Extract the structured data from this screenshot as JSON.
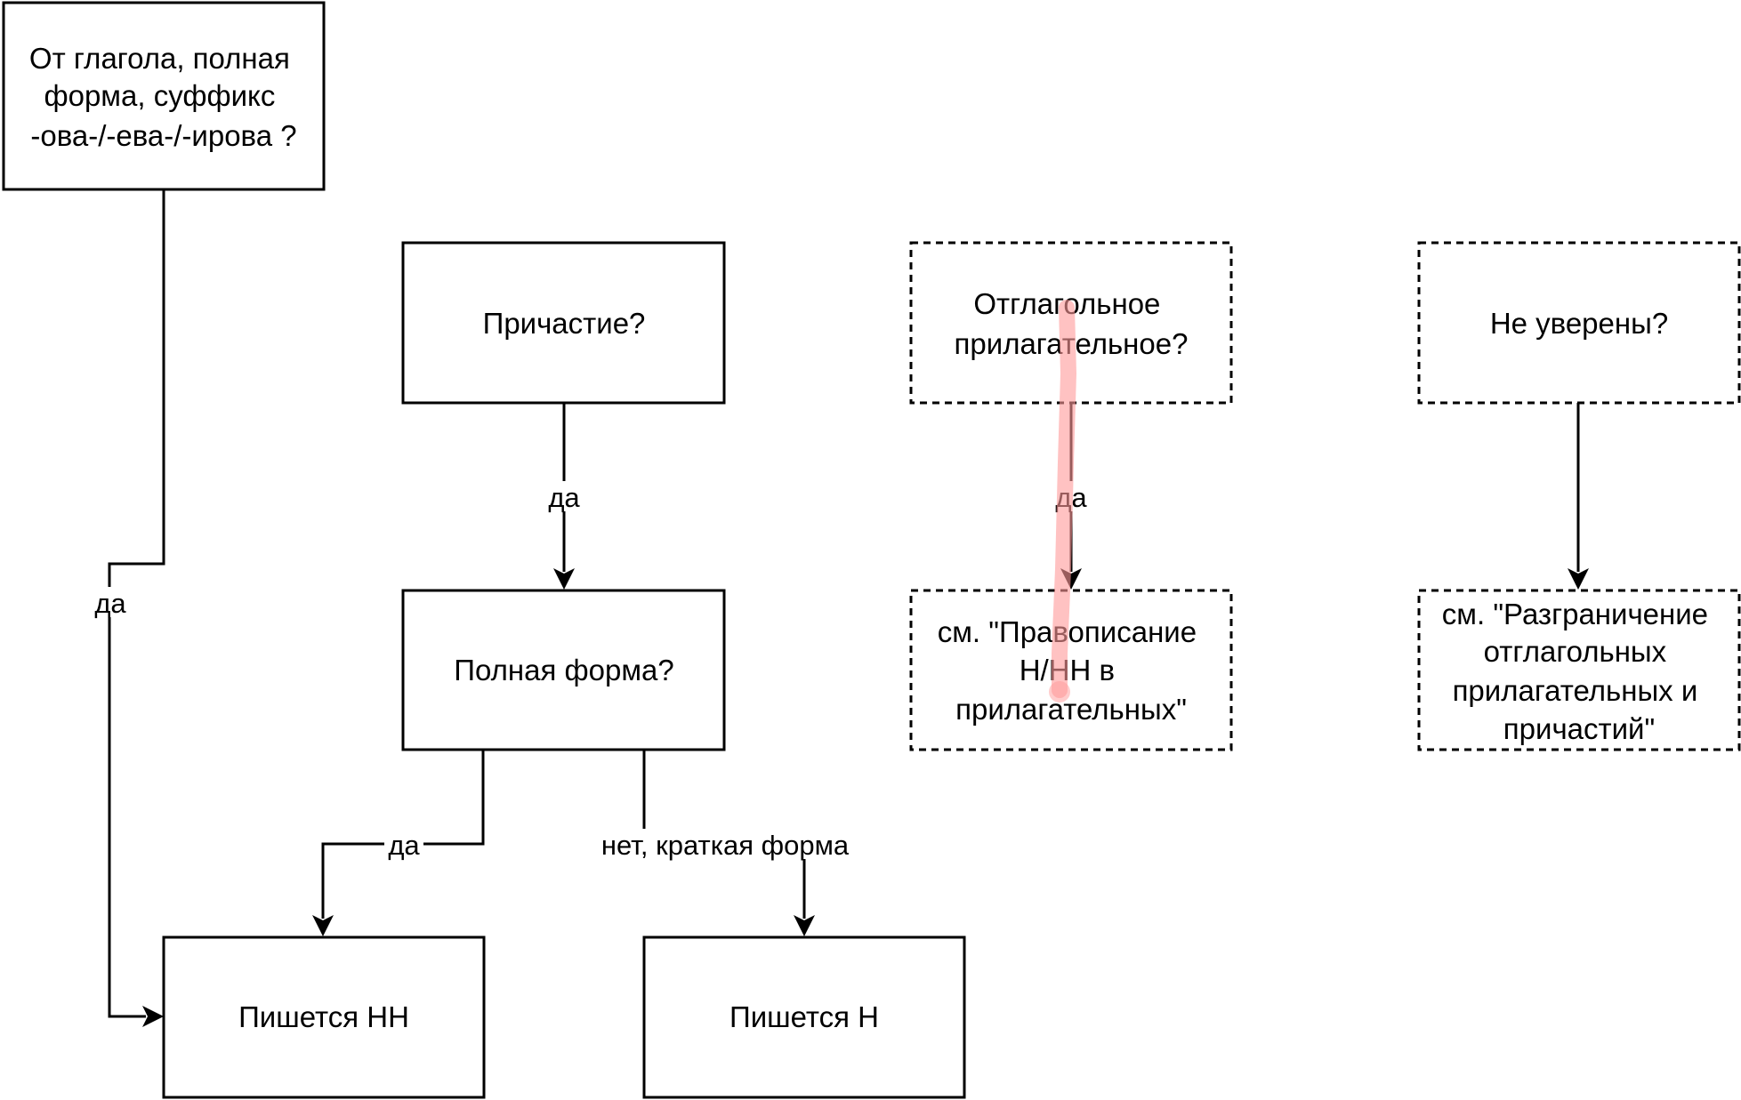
{
  "nodes": {
    "verb_check": {
      "lines": [
        "От глагола, полная",
        "форма, суффикс",
        "-ова-/-ева-/-ирова ?"
      ]
    },
    "participle": {
      "lines": [
        "Причастие?"
      ]
    },
    "full_form": {
      "lines": [
        "Полная форма?"
      ]
    },
    "verbal_adjective": {
      "lines": [
        "Отглагольное",
        "прилагательное?"
      ]
    },
    "see_adjectives": {
      "lines": [
        "см. \"Правописание",
        "Н/НН в",
        "прилагательных\""
      ]
    },
    "not_sure": {
      "lines": [
        "Не уверены?"
      ]
    },
    "see_distinction": {
      "lines": [
        "см. \"Разграничение",
        "отглагольных",
        "прилагательных и",
        "причастий\""
      ]
    },
    "write_nn": {
      "lines": [
        "Пишется НН"
      ]
    },
    "write_n": {
      "lines": [
        "Пишется Н"
      ]
    }
  },
  "edges": {
    "verb_to_nn": {
      "label": "да"
    },
    "participle_to_full": {
      "label": "да"
    },
    "full_to_nn": {
      "label": "да"
    },
    "full_to_n": {
      "label": "нет, краткая форма"
    },
    "verbadj_to_see": {
      "label": "да"
    },
    "notsure_to_see": {
      "label": ""
    }
  },
  "colors": {
    "stroke": "#000000",
    "background": "#ffffff",
    "highlight_stroke": "#ff9999"
  }
}
